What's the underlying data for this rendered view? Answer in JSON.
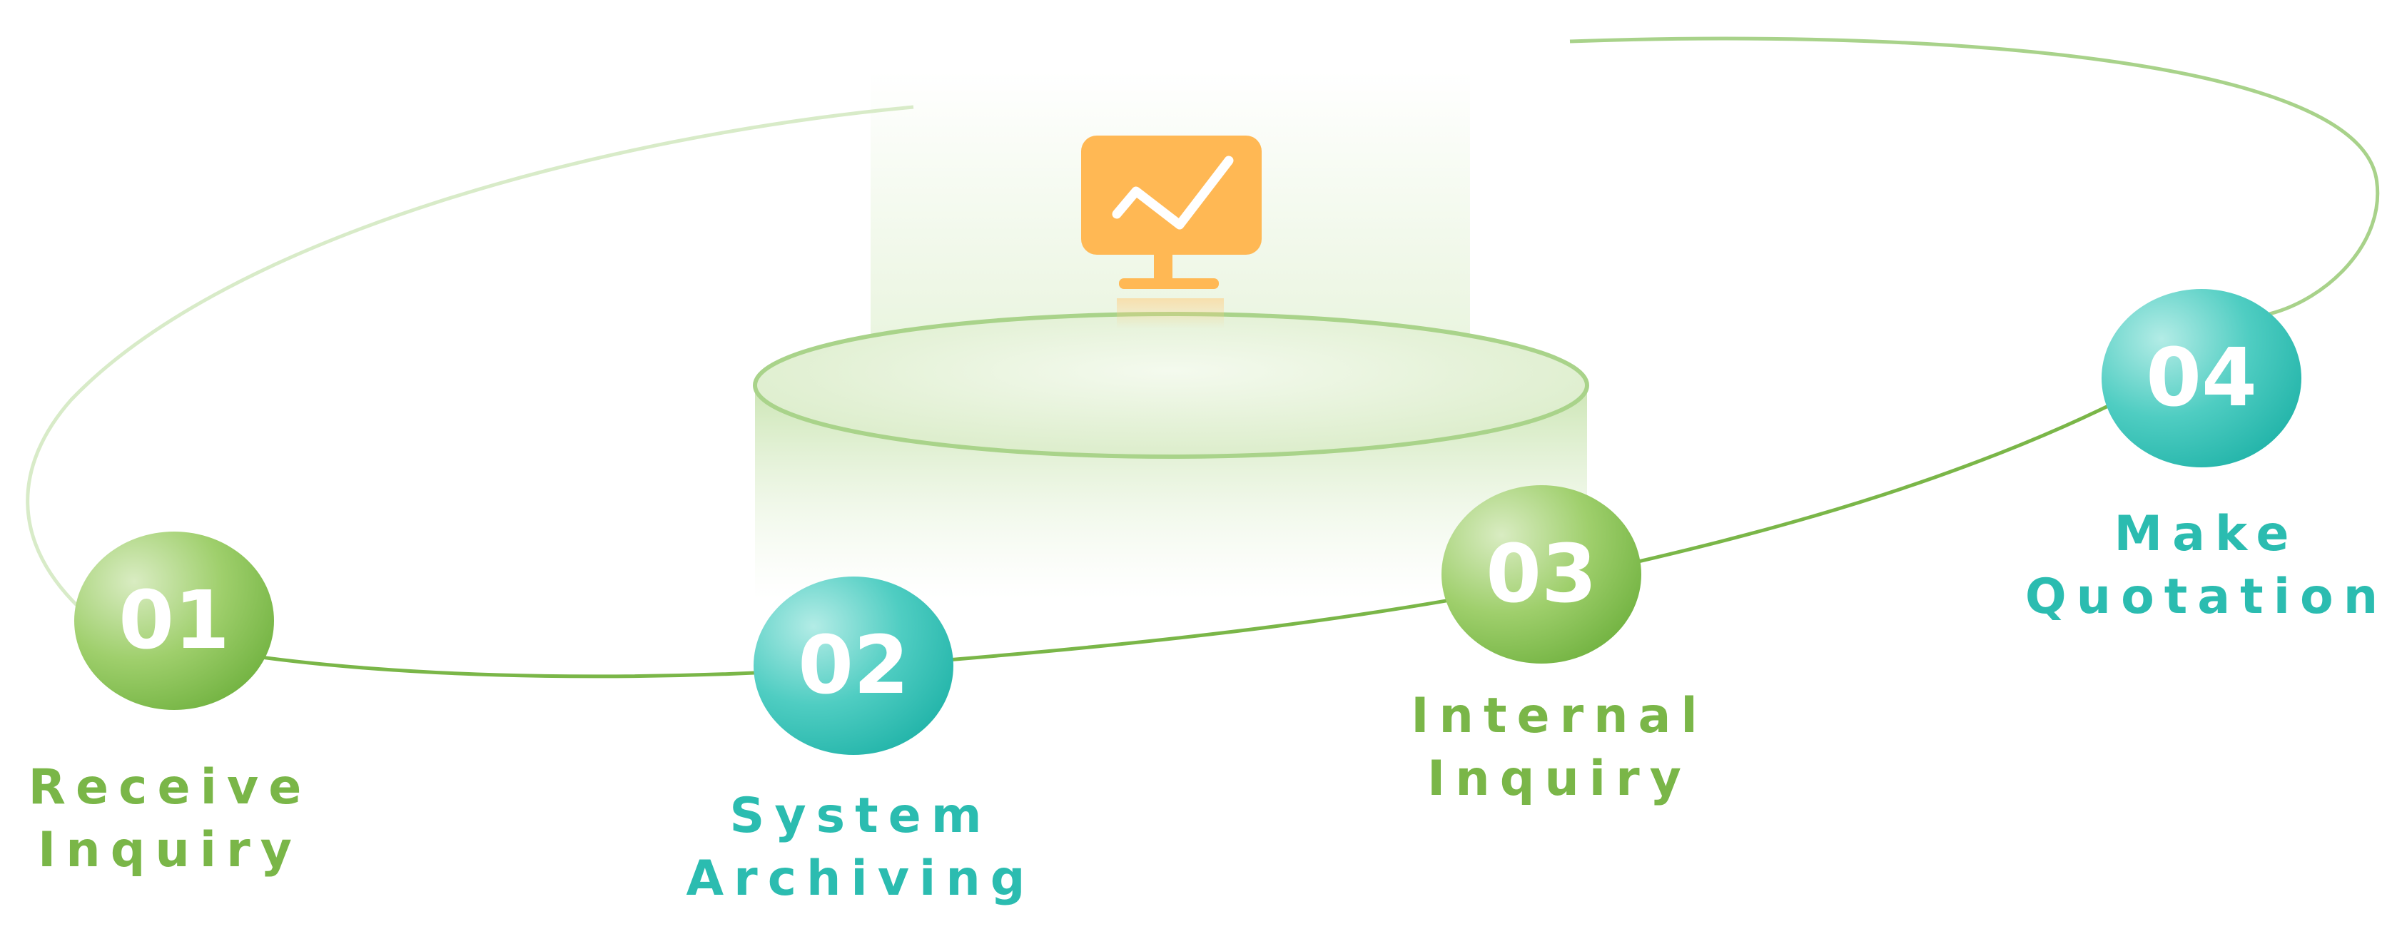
{
  "colors": {
    "green": "#7ab648",
    "teal": "#2bbcb0",
    "icon_orange": "#ffb854",
    "platform": "#cfe6b8"
  },
  "center_icon": "monitor-chart-icon",
  "steps": [
    {
      "number": "01",
      "label_line1": "Receive",
      "label_line2": "Inquiry",
      "color": "green"
    },
    {
      "number": "02",
      "label_line1": "System",
      "label_line2": "Archiving",
      "color": "teal"
    },
    {
      "number": "03",
      "label_line1": "Internal",
      "label_line2": "Inquiry",
      "color": "green"
    },
    {
      "number": "04",
      "label_line1": "Make",
      "label_line2": "Quotation",
      "color": "teal"
    }
  ]
}
